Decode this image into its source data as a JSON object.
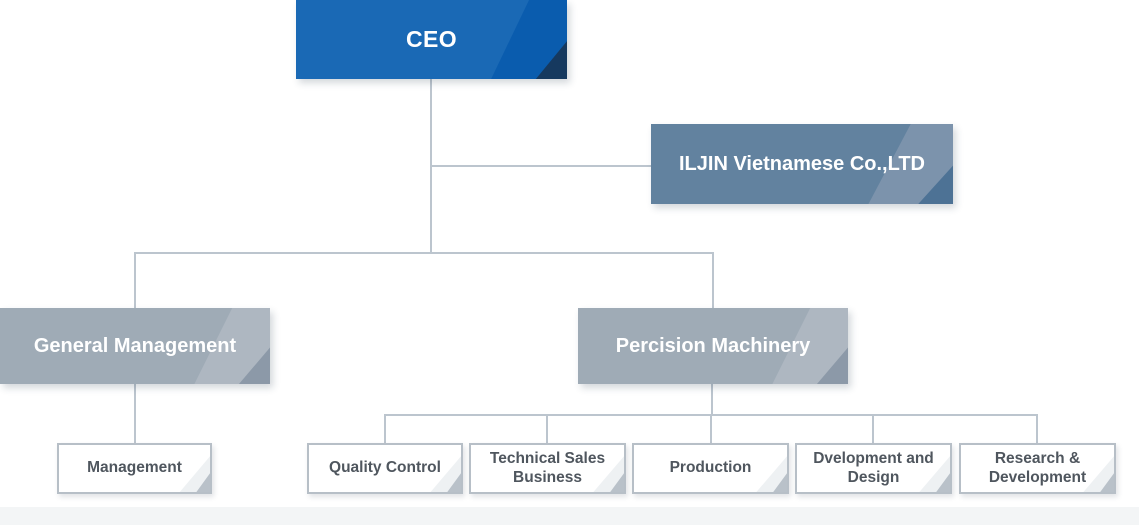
{
  "org_chart": {
    "type": "organizational-chart",
    "nodes": {
      "ceo": {
        "label": "CEO"
      },
      "subsidiary": {
        "label": "ILJIN Vietnamese Co.,LTD"
      },
      "general_management": {
        "label": "General Management"
      },
      "precision_machinery": {
        "label": "Percision Machinery"
      },
      "management": {
        "label": "Management"
      },
      "quality_control": {
        "label": "Quality Control"
      },
      "technical_sales_business": {
        "label": "Technical Sales Business"
      },
      "production": {
        "label": "Production"
      },
      "development_and_design": {
        "label": "Dvelopment and Design"
      },
      "research_and_development": {
        "label": "Research & Development"
      }
    },
    "hierarchy": {
      "ceo_children": [
        "ILJIN Vietnamese Co.,LTD",
        "General Management",
        "Percision Machinery"
      ],
      "general_management_children": [
        "Management"
      ],
      "precision_machinery_children": [
        "Quality Control",
        "Technical Sales Business",
        "Production",
        "Dvelopment and Design",
        "Research & Development"
      ]
    },
    "colors": {
      "ceo_fill": "#1a69b5",
      "ceo_band": "#0a5cae",
      "ceo_corner": "#16395f",
      "subsidiary_fill": "#62829f",
      "subsidiary_band": "#7c93ac",
      "subsidiary_corner": "#4d7295",
      "division_fill": "#9fabb6",
      "division_band": "#aeb7c1",
      "division_corner": "#8c99a8",
      "leaf_border": "#b7bfc7",
      "leaf_text": "#4f565e",
      "connector": "#bcc5ce"
    }
  }
}
